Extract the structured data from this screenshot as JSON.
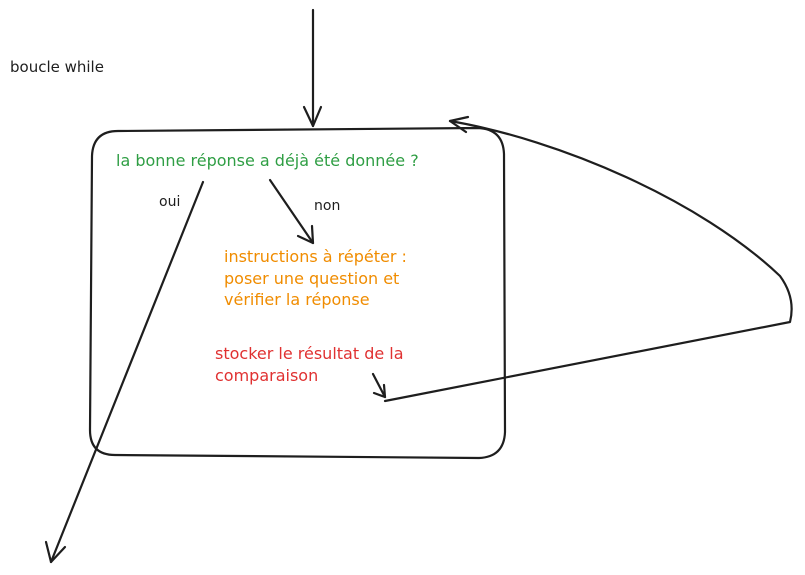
{
  "title": "boucle while",
  "condition": "la bonne réponse a déjà été donnée ?",
  "branch_yes": "oui",
  "branch_no": "non",
  "instructions": {
    "line1": "instructions à répéter :",
    "line2": "poser une question et",
    "line3": "vérifier la réponse"
  },
  "store": {
    "line1": "stocker le résultat de la",
    "line2": "comparaison"
  },
  "colors": {
    "stroke": "#1e1e1e",
    "condition": "#2f9e44",
    "instructions": "#f08c00",
    "store": "#e03131"
  }
}
